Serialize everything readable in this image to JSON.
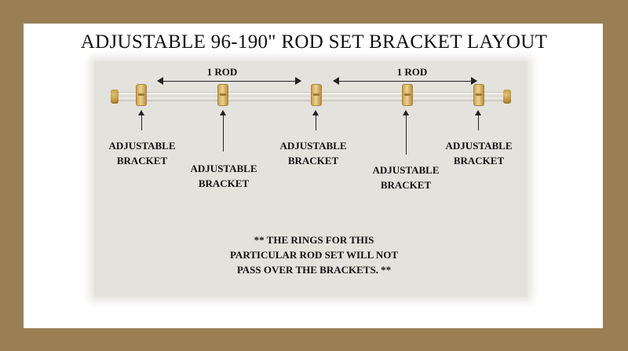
{
  "title": "ADJUSTABLE 96-190\" ROD SET BRACKET LAYOUT",
  "rod_labels": [
    "1 ROD",
    "1 ROD"
  ],
  "brackets": [
    {
      "line1": "ADJUSTABLE",
      "line2": "BRACKET"
    },
    {
      "line1": "ADJUSTABLE",
      "line2": "BRACKET"
    },
    {
      "line1": "ADJUSTABLE",
      "line2": "BRACKET"
    },
    {
      "line1": "ADJUSTABLE",
      "line2": "BRACKET"
    },
    {
      "line1": "ADJUSTABLE",
      "line2": "BRACKET"
    }
  ],
  "note": {
    "line1": "** THE RINGS FOR THIS",
    "line2": "PARTICULAR ROD SET WILL NOT",
    "line3": "PASS OVER THE BRACKETS. **"
  },
  "colors": {
    "border": "#9a7f54",
    "panel": "#e4e2dd",
    "brass": "#c9a14f"
  }
}
